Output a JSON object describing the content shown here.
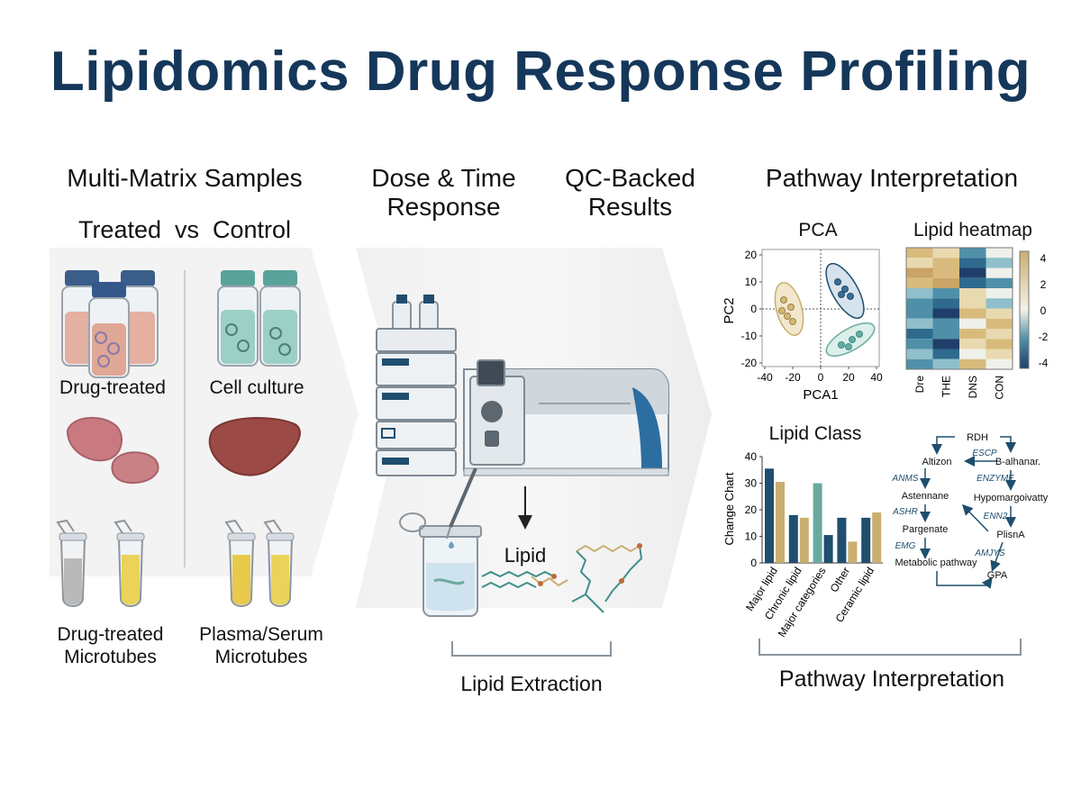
{
  "title": "Lipidomics Drug Response Profiling",
  "sections": {
    "samples": "Multi-Matrix Samples",
    "dose_time": "Dose & Time Response",
    "qc": "QC-Backed Results",
    "pathway": "Pathway Interpretation"
  },
  "samples": {
    "treated_vs_control": "Treated  vs  Control",
    "drug_treated": "Drug-treated",
    "cell_culture": "Cell culture",
    "drug_treated_microtubes": "Drug-treated Microtubes",
    "plasma_serum_microtubes": "Plasma/Serum Microtubes"
  },
  "extraction": {
    "lipid_label": "Lipid",
    "footer": "Lipid Extraction"
  },
  "pca": {
    "title": "PCA",
    "xlabel": "PCA1",
    "ylabel": "PC2",
    "x_ticks": [
      "-40",
      "-20",
      "0",
      "20",
      "40"
    ],
    "y_ticks": [
      "20",
      "10",
      "0",
      "-10",
      "-20"
    ]
  },
  "heatmap": {
    "title": "Lipid heatmap",
    "columns": [
      "Dre",
      "THE",
      "DNS",
      "CON"
    ],
    "scale_ticks": [
      "4",
      "2",
      "0",
      "-2",
      "-4"
    ]
  },
  "chart_data": {
    "type": "bar",
    "title": "Lipid Class",
    "ylabel": "Change Chart",
    "xlabel": "",
    "ylim": [
      0,
      40
    ],
    "y_ticks": [
      "40",
      "30",
      "20",
      "10",
      "0"
    ],
    "categories": [
      "Major lipid",
      "Chronic lipid",
      "Major categories",
      "Other",
      "Ceramic lipid"
    ],
    "series": [
      {
        "values": [
          35.5,
          18,
          30,
          17,
          17
        ]
      },
      {
        "values": [
          30.5,
          17,
          10.5,
          8,
          19
        ]
      }
    ],
    "colors": [
      "#1f4e6e",
      "#c9ae70",
      "#6aaa9e"
    ]
  },
  "pathway_map": {
    "nodes": [
      "RDH",
      "Altizon",
      "B-alhanar.",
      "Astennane",
      "Hypomargoivatty",
      "Pargenate",
      "PlisnA",
      "Metabolic pathway",
      "GPA"
    ],
    "enzymes": [
      "ESCP",
      "ANMS",
      "ENZYME",
      "ASHR",
      "ENN2",
      "EMG",
      "AMJYS"
    ],
    "footer": "Pathway Interpretation"
  },
  "colors": {
    "title": "#15375a",
    "navy": "#1f4e6e",
    "tan": "#c9ae70",
    "teal": "#6aaa9e"
  }
}
